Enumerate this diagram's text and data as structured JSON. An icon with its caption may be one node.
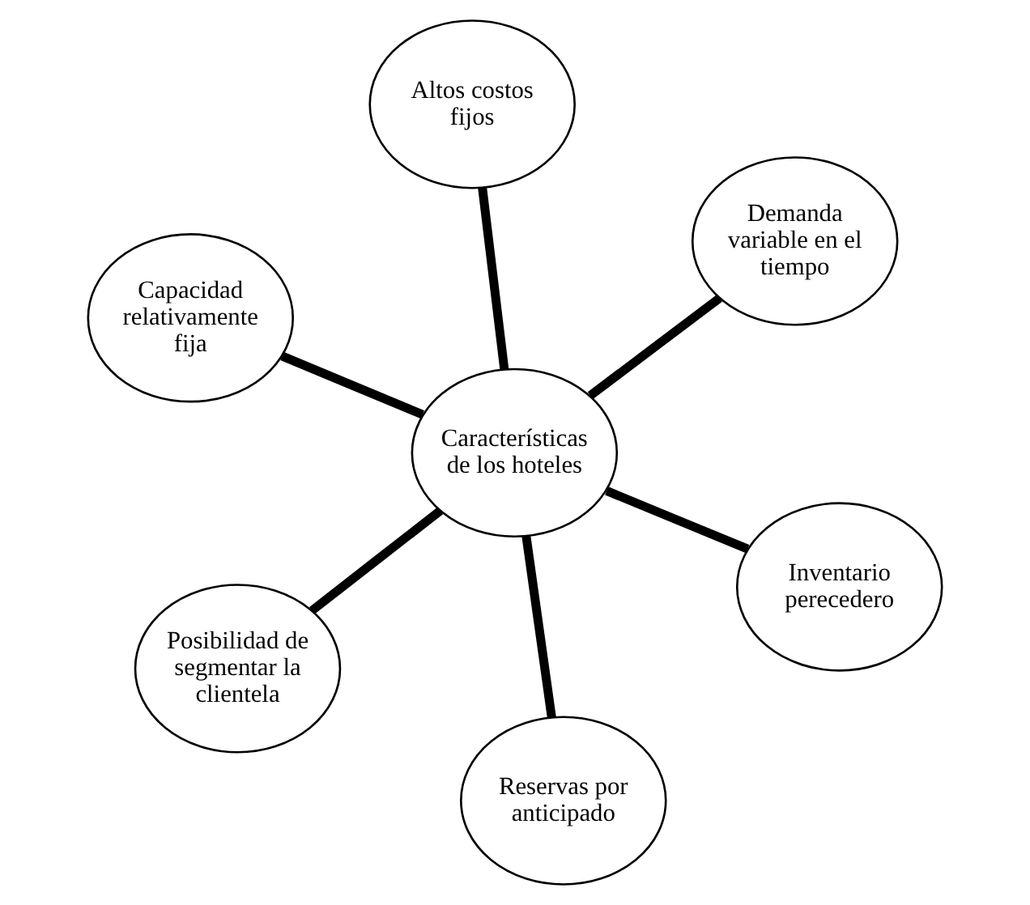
{
  "diagram": {
    "nodes": [
      {
        "text": [
          "Capacidad relativamente fija"
        ]
      },
      {
        "text": [
          "Inventario perecedero"
        ]
      },
      {
        "text": [
          "Reservas por anticipado"
        ]
      },
      {
        "text": [
          "Características de los hoteles"
        ]
      },
      {
        "text": [
          "Demanda variable en el tiempo"
        ]
      },
      {
        "text": [
          "Altos costos fijos"
        ]
      },
      {
        "text": [
          "Posibilidad de segmentar la clientela"
        ]
      }
    ],
    "edges": [
      {
        "from": 3,
        "to": 0,
        "arrow": "none"
      },
      {
        "from": 3,
        "to": 1,
        "arrow": "none"
      },
      {
        "from": 3,
        "to": 2,
        "arrow": "none"
      },
      {
        "from": 3,
        "to": 4,
        "arrow": "none"
      },
      {
        "from": 3,
        "to": 5,
        "arrow": "none"
      },
      {
        "from": 3,
        "to": 6,
        "arrow": "none"
      }
    ]
  }
}
